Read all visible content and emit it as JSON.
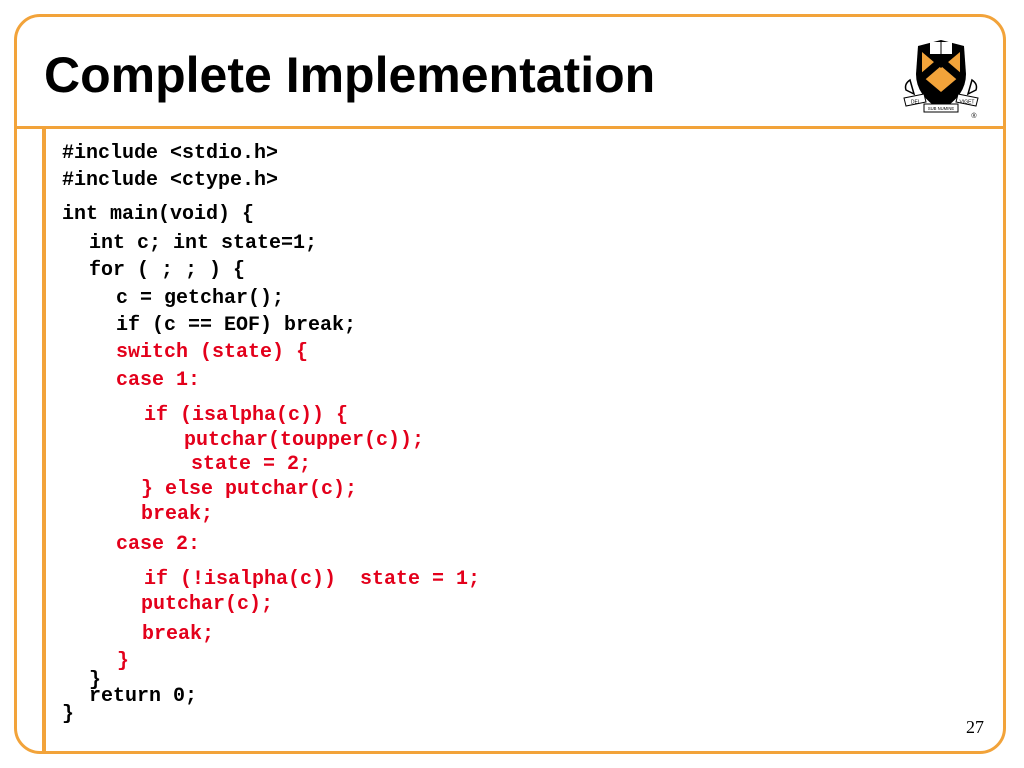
{
  "slide": {
    "title": "Complete Implementation",
    "page_number": "27",
    "colors": {
      "accent": "#f2a33a",
      "highlight": "#e3001b",
      "text": "#000000"
    },
    "logo": {
      "icon": "princeton-shield-icon",
      "motto_left": "DEI",
      "motto_center": "SUB NUMINE",
      "motto_right": "VIGET",
      "mark": "®"
    }
  },
  "code": {
    "lines": [
      "#include <stdio.h>",
      "#include <ctype.h>",
      "int main(void) {",
      "int c; int state=1;",
      "for ( ; ; ) {",
      "c = getchar();",
      "if (c == EOF) break;",
      "switch (state) {",
      "case 1:",
      "if (isalpha(c)) {",
      "putchar(toupper(c));",
      "state = 2;",
      "} else putchar(c);",
      "break;",
      "case 2:",
      "if (!isalpha(c))  state = 1;",
      "putchar(c);",
      "break;",
      "}",
      "}",
      "return 0;",
      "}"
    ]
  }
}
